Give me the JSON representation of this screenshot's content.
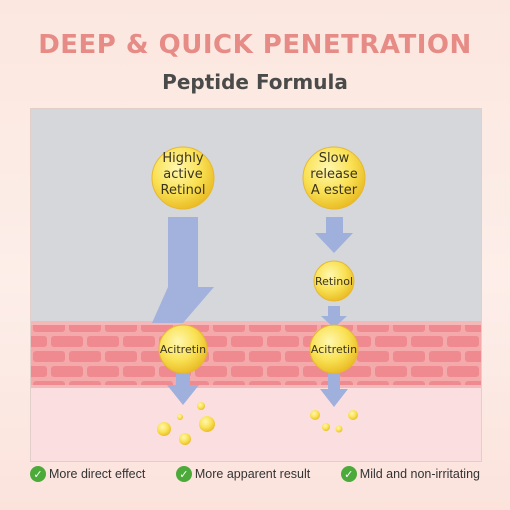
{
  "header": {
    "title": "DEEP & QUICK PENETRATION",
    "subtitle": "Peptide Formula"
  },
  "left_pathway": {
    "source": [
      "Highly",
      "active",
      "Retinol"
    ],
    "result": "Acitretin"
  },
  "right_pathway": {
    "source": [
      "Slow",
      "release",
      "A ester"
    ],
    "intermediate": "Retinol",
    "result": "Acitretin"
  },
  "benefits": [
    {
      "icon": "check-icon",
      "label": "More direct effect"
    },
    {
      "icon": "check-icon",
      "label": "More apparent result"
    },
    {
      "icon": "check-icon",
      "label": "Mild and non-irritating"
    }
  ],
  "colors": {
    "title": "#e78b86",
    "arrow": "#9fb0dd",
    "molecule": "#f7d94a",
    "skin": "#f29a9e",
    "check": "#4caa3a"
  }
}
